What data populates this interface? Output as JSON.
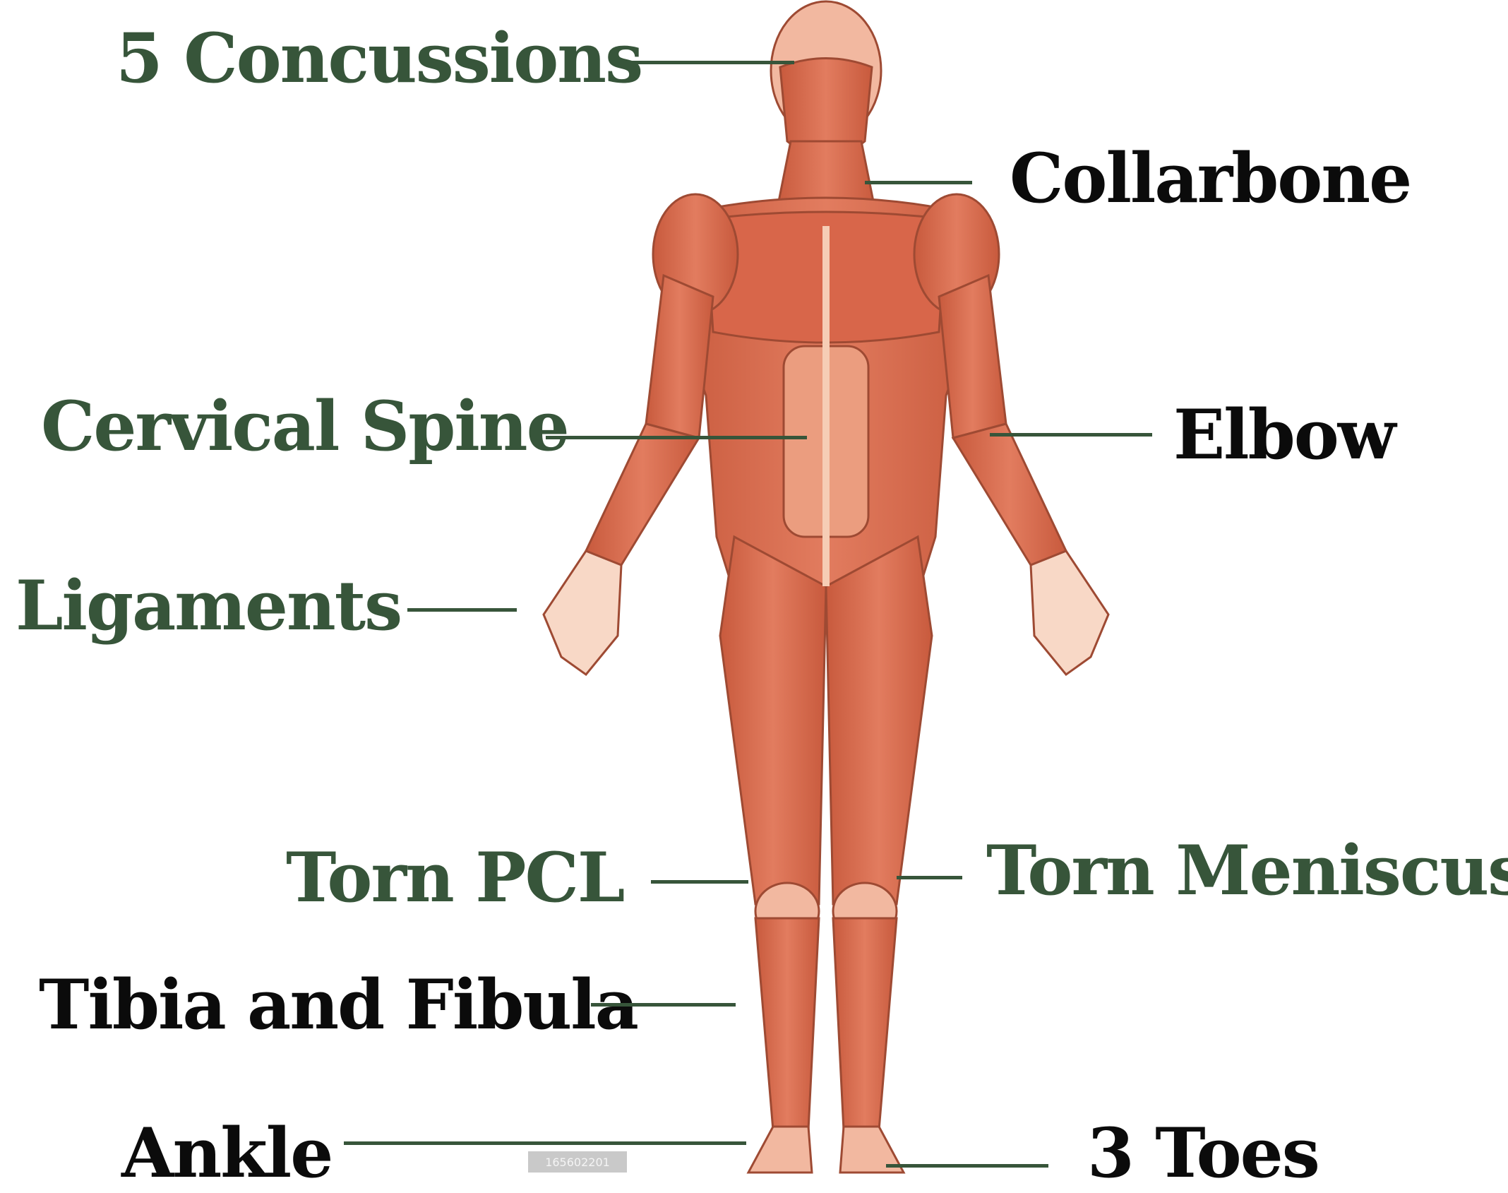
{
  "colors": {
    "label_green": "#37553a",
    "label_black": "#0b0b0b",
    "leader_line": "#37553a",
    "muscle": "#dc7356",
    "muscle_dark": "#b84f34",
    "tendon": "#f6cdb5",
    "skin": "#fbe6da"
  },
  "labels": {
    "concussions": "5 Concussions",
    "collarbone": "Collarbone",
    "cervical_spine": "Cervical Spine",
    "elbow": "Elbow",
    "ligaments": "Ligaments",
    "torn_pcl": "Torn PCL",
    "torn_meniscus": "Torn Meniscus",
    "tibia_fibula": "Tibia and Fibula",
    "ankle": "Ankle",
    "toes": "3 Toes"
  },
  "watermark": "165602201"
}
